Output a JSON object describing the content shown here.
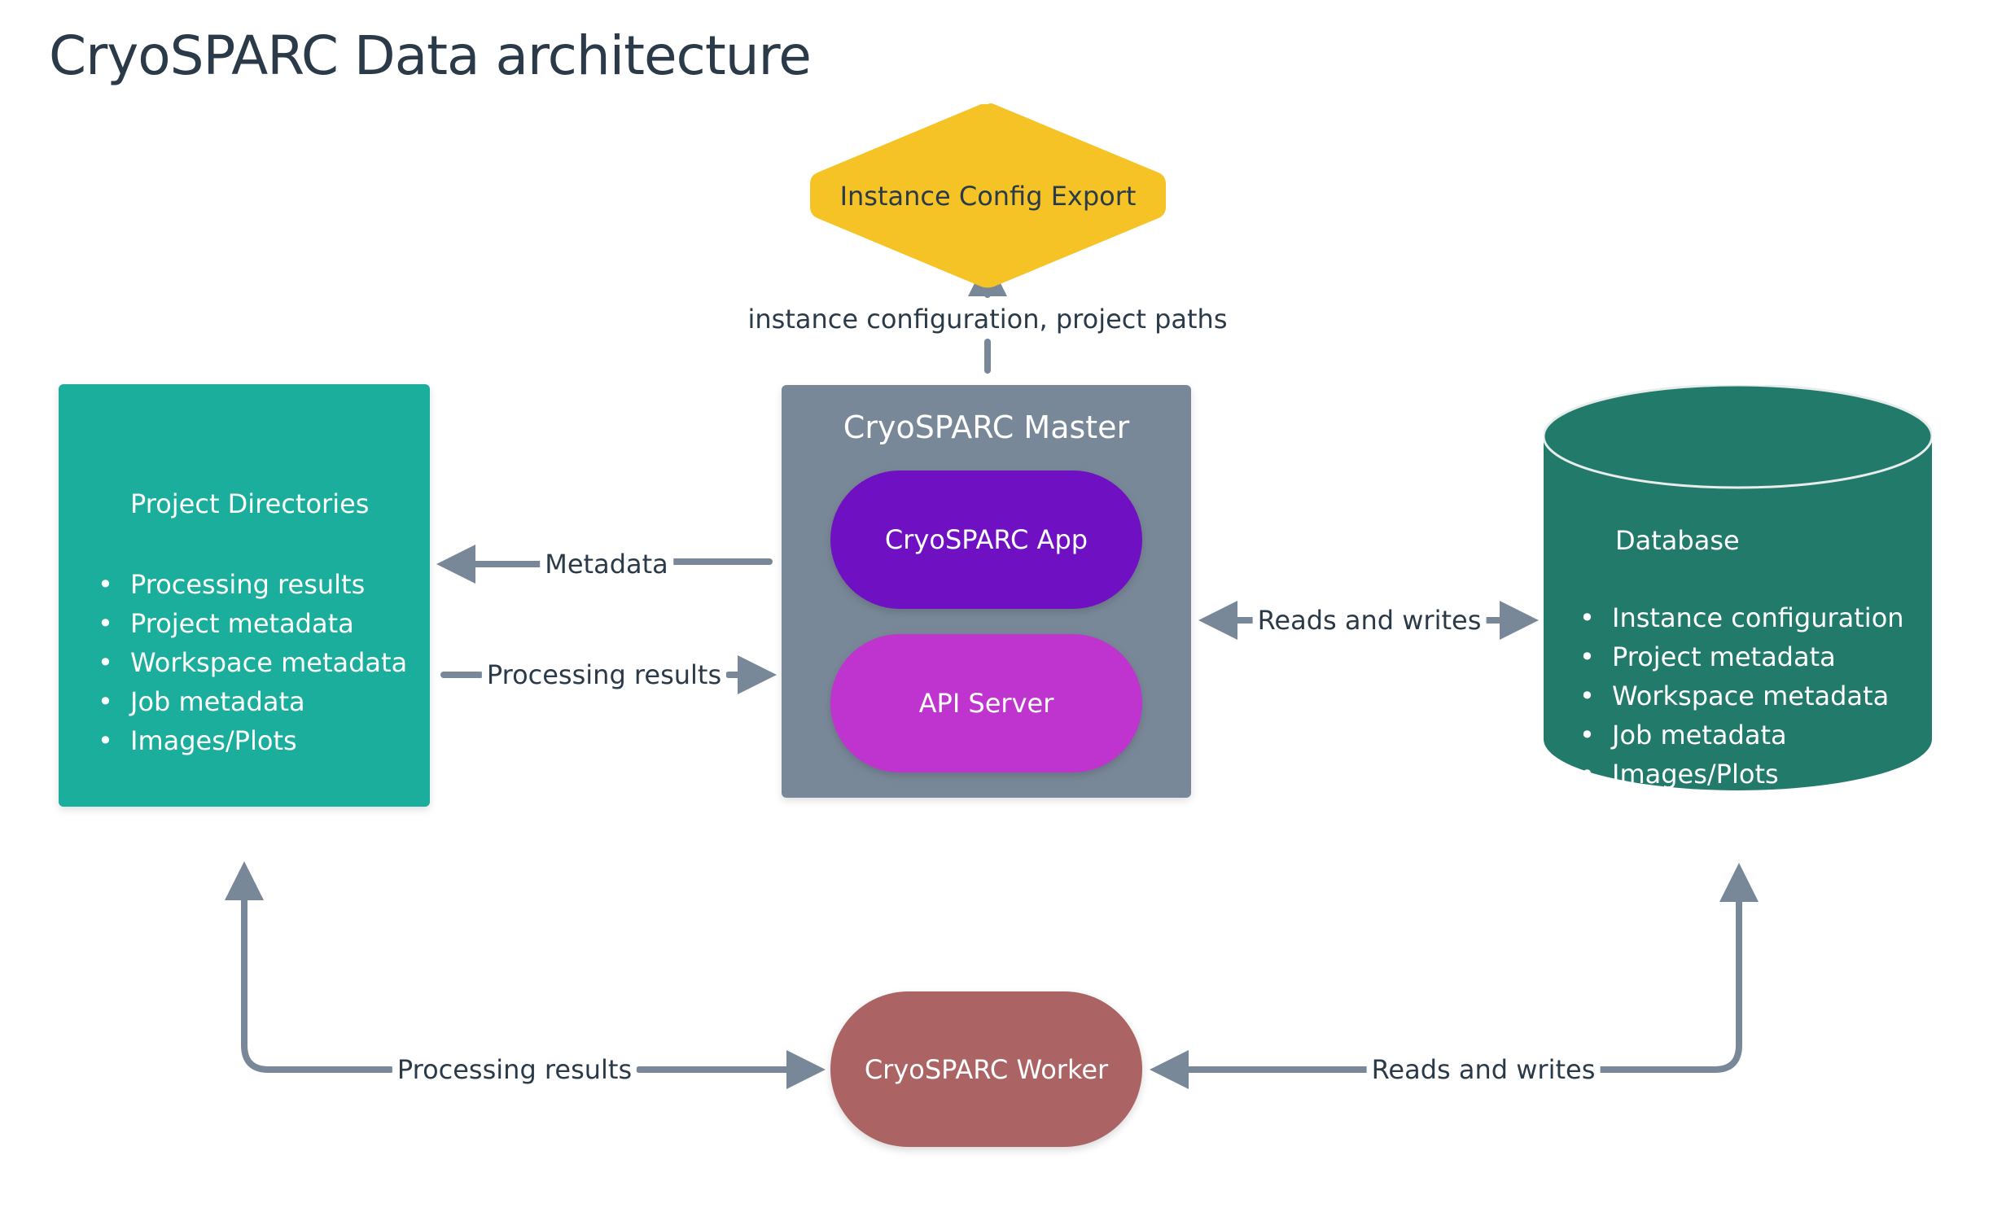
{
  "title": "CryoSPARC Data architecture",
  "colors": {
    "text": "#2A3A48",
    "connector": "#798898",
    "project_directories": "#1BAE9C",
    "master": "#798898",
    "app": "#6F10C2",
    "api_server": "#BF34CF",
    "worker": "#AB6363",
    "database": "#217A6A",
    "config_export": "#F6C326"
  },
  "nodes": {
    "config_export": {
      "label": "Instance Config Export"
    },
    "project_directories": {
      "title": "Project Directories",
      "items": [
        "Processing results",
        "Project metadata",
        "Workspace metadata",
        "Job metadata",
        "Images/Plots"
      ]
    },
    "master": {
      "title": "CryoSPARC Master",
      "app": "CryoSPARC App",
      "api_server": "API Server"
    },
    "database": {
      "title": "Database",
      "items": [
        "Instance configuration",
        "Project metadata",
        "Workspace metadata",
        "Job metadata",
        "Images/Plots"
      ]
    },
    "worker": {
      "label": "CryoSPARC Worker"
    }
  },
  "edges": {
    "master_to_export": "instance configuration, project paths",
    "master_to_projects": "Metadata",
    "projects_to_master": "Processing results",
    "master_database": "Reads and writes",
    "worker_projects": "Processing results",
    "worker_database": "Reads and writes"
  }
}
